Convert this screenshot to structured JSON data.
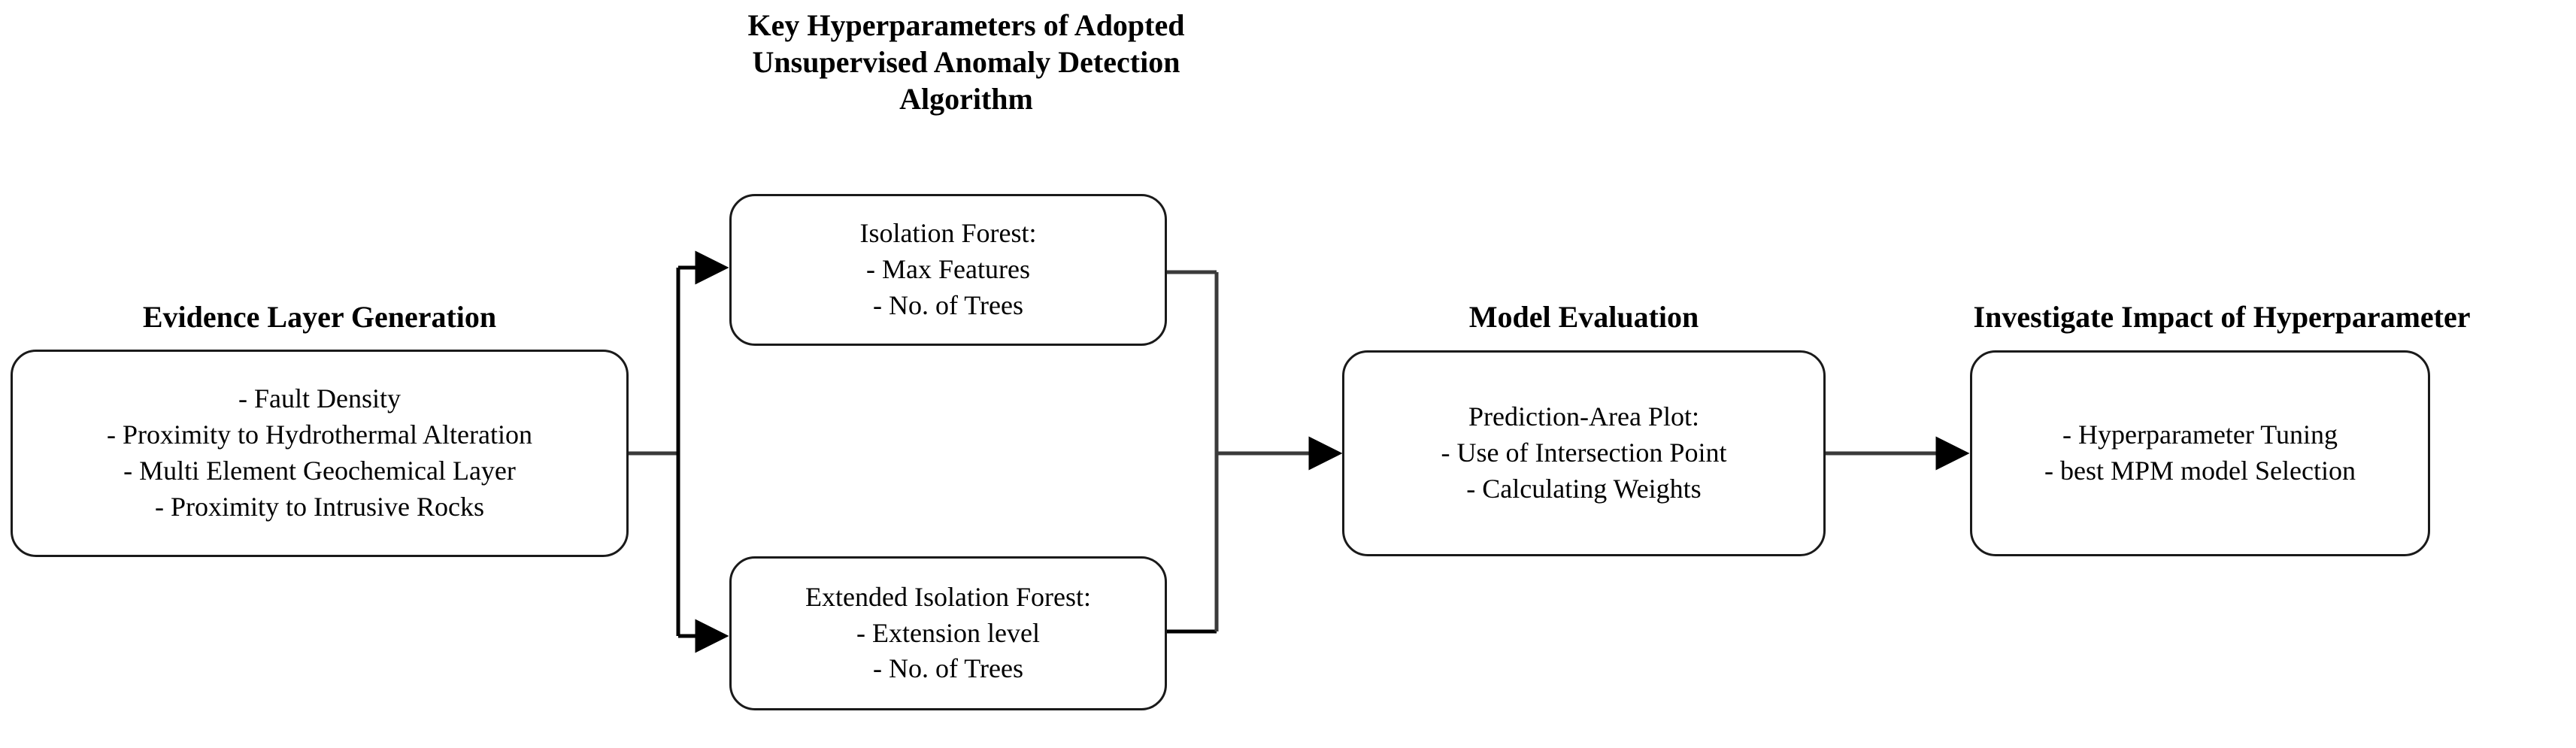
{
  "diagram": {
    "background_color": "#ffffff",
    "line_color": "#1a1a1a",
    "text_color": "#000000",
    "header": {
      "line1": "Key Hyperparameters of Adopted",
      "line2": "Unsupervised Anomaly Detection",
      "line3": "Algorithm"
    },
    "headings": {
      "evidence": "Evidence Layer Generation",
      "model_evaluation": "Model Evaluation",
      "investigate": "Investigate Impact of Hyperparameter"
    },
    "nodes": {
      "evidence": {
        "lines": [
          "- Fault Density",
          "- Proximity to Hydrothermal Alteration",
          "- Multi Element Geochemical Layer",
          "- Proximity to Intrusive Rocks"
        ]
      },
      "isolation_forest": {
        "lines": [
          "Isolation Forest:",
          "- Max Features",
          "- No. of Trees"
        ]
      },
      "extended_isolation_forest": {
        "lines": [
          "Extended Isolation Forest:",
          "- Extension level",
          "- No. of Trees"
        ]
      },
      "model_evaluation": {
        "lines": [
          "Prediction-Area Plot:",
          "- Use of Intersection Point",
          "- Calculating Weights"
        ]
      },
      "investigate": {
        "lines": [
          "- Hyperparameter Tuning",
          "- best MPM model Selection"
        ]
      }
    }
  }
}
